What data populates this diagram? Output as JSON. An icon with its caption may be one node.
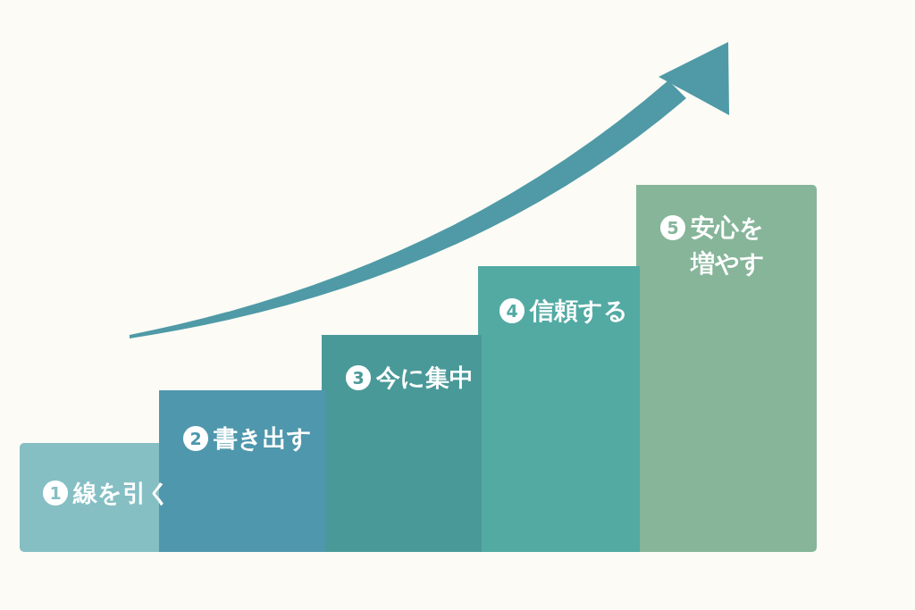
{
  "diagram": {
    "nodes": [
      {
        "text": [
          "1",
          "線を引く"
        ]
      },
      {
        "text": [
          "2",
          "書き出す"
        ]
      },
      {
        "text": [
          "3",
          "今に集中"
        ]
      },
      {
        "text": [
          "4",
          "信頼する"
        ]
      },
      {
        "text": [
          "5",
          "安心を増やす"
        ]
      }
    ]
  }
}
